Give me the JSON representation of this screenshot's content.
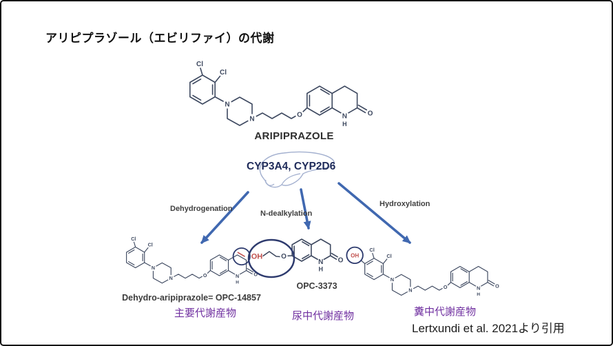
{
  "title": "アリピプラゾール（エビリファイ）の代謝",
  "compound": {
    "label": "ARIPIPRAZOLE"
  },
  "enzymes": {
    "label": "CYP3A4, CYP2D6"
  },
  "pathways": {
    "dehydrogenation": {
      "reaction": "Dehydrogenation",
      "product": "Dehydro-aripiprazole= OPC-14857",
      "category": "主要代謝産物"
    },
    "n_dealkylation": {
      "reaction": "N-dealkylation",
      "product": "OPC-3373",
      "category": "尿中代謝産物"
    },
    "hydroxylation": {
      "reaction": "Hydroxylation",
      "category": "糞中代謝産物"
    }
  },
  "citation": "Lertxundi et al. 2021より引用",
  "atoms": {
    "cl": "Cl",
    "n": "N",
    "o": "O",
    "h": "H",
    "oh": "OH"
  },
  "colors": {
    "structure": "#3e4960",
    "arrow": "#4068b0",
    "enzyme_text": "#1f2b5a",
    "category_text": "#7030a0",
    "highlight_circle": "#2e3b6e",
    "highlight_red": "#c0504d",
    "liver_outline": "#a3b0cf"
  }
}
